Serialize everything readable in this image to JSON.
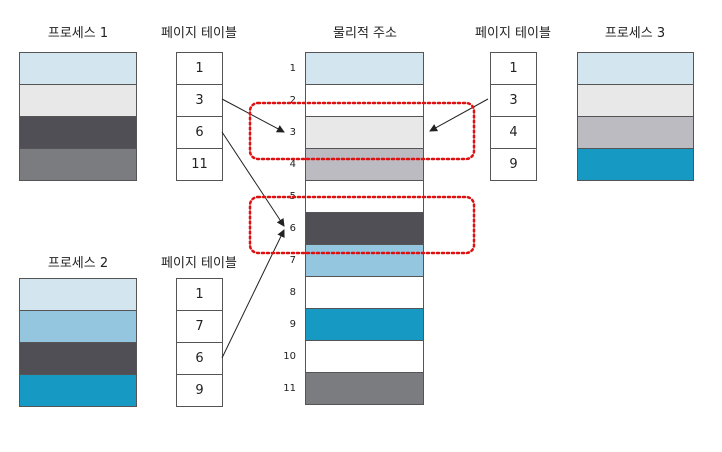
{
  "colors": {
    "light_blue": "#d3e6f0",
    "light_gray": "#e8e8e8",
    "dark_gray": "#4f4f55",
    "medium_gray": "#7b7c80",
    "silver": "#bcbbc1",
    "sky_blue": "#94c6df",
    "teal_blue": "#1699c3",
    "white": "#ffffff",
    "highlight_red": "#dd1111"
  },
  "labels": {
    "process1": "프로세스 1",
    "process2": "프로세스 2",
    "process3": "프로세스 3",
    "page_table": "페이지 테이블",
    "physical_address": "물리적 주소"
  },
  "process1": {
    "page_colors": [
      "light_blue",
      "light_gray",
      "dark_gray",
      "medium_gray"
    ],
    "page_table": [
      "1",
      "3",
      "6",
      "11"
    ]
  },
  "process2": {
    "page_colors": [
      "light_blue",
      "sky_blue",
      "dark_gray",
      "teal_blue"
    ],
    "page_table": [
      "1",
      "7",
      "6",
      "9"
    ]
  },
  "process3": {
    "page_colors": [
      "light_blue",
      "light_gray",
      "silver",
      "teal_blue"
    ],
    "page_table": [
      "1",
      "3",
      "4",
      "9"
    ]
  },
  "physical_memory": {
    "frame_numbers": [
      "1",
      "2",
      "3",
      "4",
      "5",
      "6",
      "7",
      "8",
      "9",
      "10",
      "11"
    ],
    "frame_colors": [
      "light_blue",
      "white",
      "light_gray",
      "silver",
      "white",
      "dark_gray",
      "sky_blue",
      "white",
      "teal_blue",
      "white",
      "medium_gray"
    ]
  },
  "highlighted_frames": [
    "3",
    "6"
  ]
}
